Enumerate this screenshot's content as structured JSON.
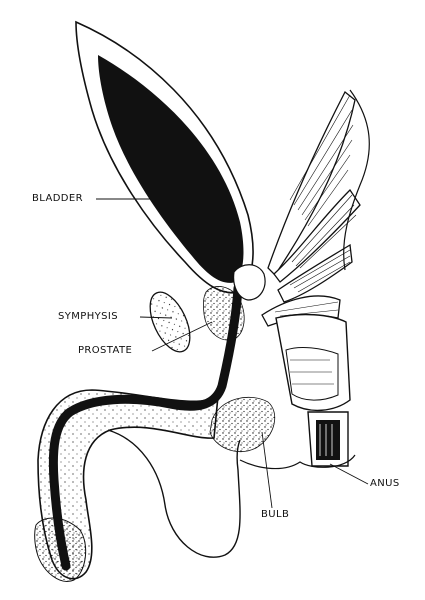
{
  "labels": {
    "bladder": "BLADDER",
    "symphysis": "SYMPHYSIS",
    "prostate": "PROSTATE",
    "anus": "ANUS",
    "bulb": "BULB"
  },
  "colors": {
    "ink": "#111111",
    "paper": "#ffffff",
    "tissue_fill": "#ffffff"
  }
}
